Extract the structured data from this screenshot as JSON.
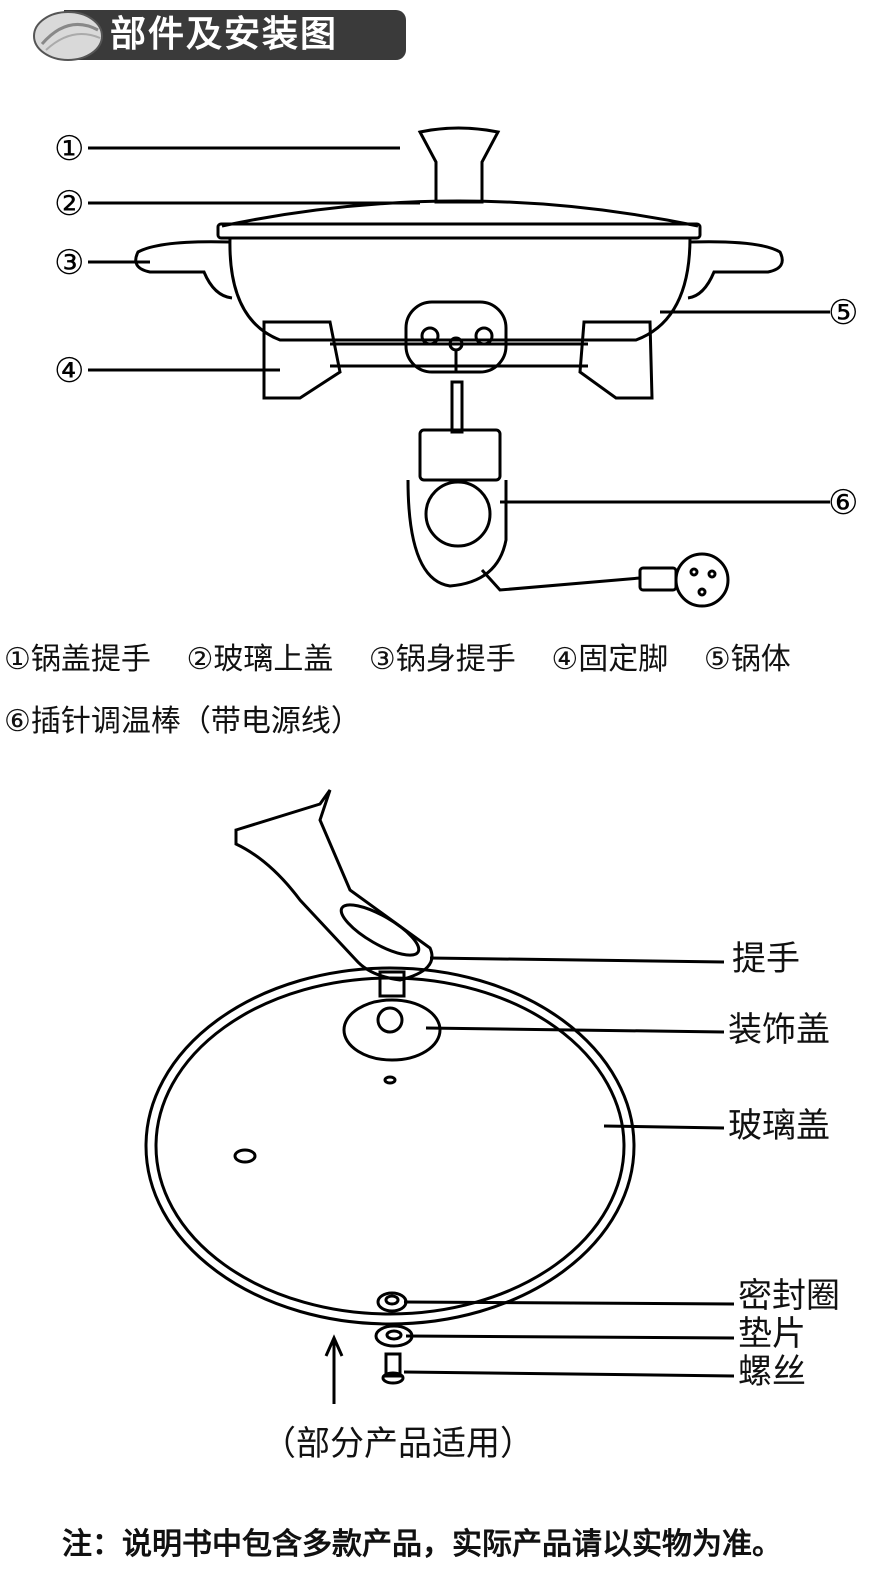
{
  "header": {
    "title": "部件及安装图"
  },
  "diagram1": {
    "markers": [
      "①",
      "②",
      "③",
      "④",
      "⑤",
      "⑥"
    ],
    "captions": [
      "①锅盖提手",
      "②玻璃上盖",
      "③锅身提手",
      "④固定脚",
      "⑤锅体"
    ],
    "caption_line2": "⑥插针调温棒（带电源线）"
  },
  "diagram2": {
    "labels": {
      "handle": "提手",
      "decor_cap": "装饰盖",
      "glass_lid": "玻璃盖",
      "seal_ring": "密封圈",
      "washer": "垫片",
      "screw": "螺丝"
    },
    "applicability": "（部分产品适用）"
  },
  "footnote": "注：说明书中包含多款产品，实际产品请以实物为准。"
}
